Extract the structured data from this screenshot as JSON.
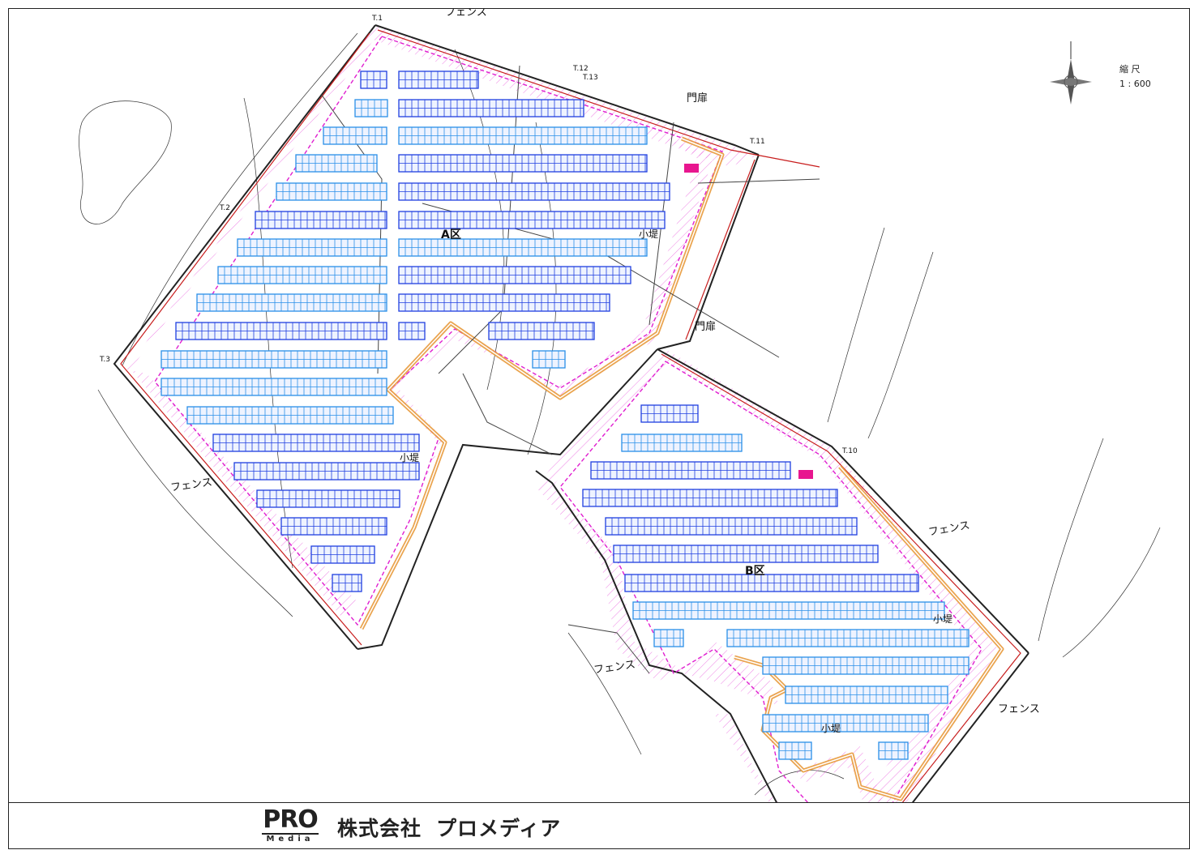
{
  "drawing": {
    "scale_label": "縮 尺",
    "scale_value": "1 : 600",
    "zones": {
      "a": "A区",
      "b": "B区"
    },
    "labels": {
      "fence": "フェンス",
      "gate": "門扉",
      "small_levee": "小堤"
    },
    "points": [
      "T.1",
      "T.2",
      "T.3",
      "T.10",
      "T.11",
      "T.12",
      "T.13"
    ]
  },
  "colors": {
    "panel_dark": "#1f3fe0",
    "panel_light": "#2a8fe8",
    "boundary_pink": "#e01fd0",
    "berm_orange": "#e89a3c",
    "fence_red": "#c81e1e",
    "marker": "#e8168f"
  },
  "title_block": {
    "logo_main": "PRO",
    "logo_sub": "Media",
    "company_type": "株式会社",
    "company_name": "プロメディア"
  }
}
